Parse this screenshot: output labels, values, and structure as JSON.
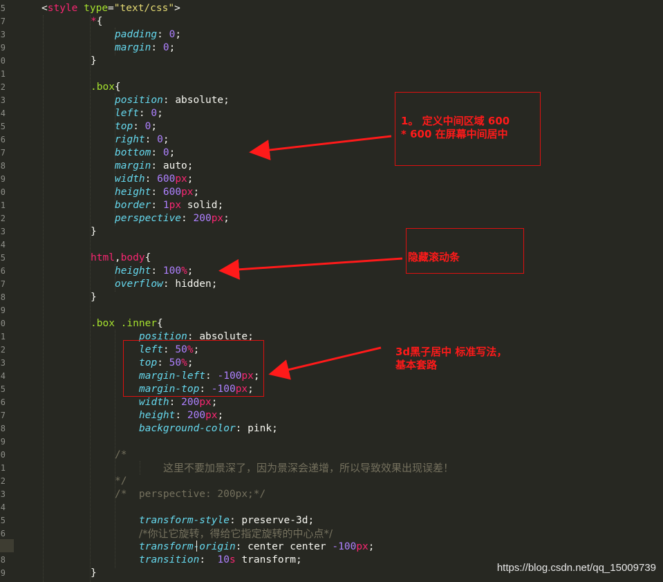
{
  "line_numbers": [
    "5",
    "7",
    "3",
    "9",
    "0",
    "1",
    "2",
    "3",
    "4",
    "5",
    "6",
    "7",
    "8",
    "9",
    "0",
    "1",
    "2",
    "3",
    "4",
    "5",
    "6",
    "7",
    "8",
    "9",
    "0",
    "1",
    "2",
    "3",
    "4",
    "5",
    "6",
    "7",
    "8",
    "9",
    "0",
    "1",
    "2",
    "3",
    "4",
    "5",
    "6",
    "7",
    "8",
    "9"
  ],
  "code": {
    "style_open": {
      "open": "<",
      "tag": "style",
      "attr": "type",
      "eq": "=",
      "value": "\"text/css\"",
      "close": ">"
    },
    "star_selector": "*",
    "brace_open": "{",
    "brace_close": "}",
    "zero": "0",
    "px": "px",
    "colon": ":",
    "semi": ";",
    "comma": ",",
    "star_rule": {
      "padding": "padding",
      "margin": "margin"
    },
    "box_rule": {
      "selector": ".box",
      "position": "position",
      "position_val": "absolute",
      "left": "left",
      "top": "top",
      "right": "right",
      "bottom": "bottom",
      "margin": "margin",
      "margin_val": "auto",
      "width": "width",
      "width_num": "600",
      "height": "height",
      "height_num": "600",
      "border": "border",
      "border_num": "1",
      "border_val": "solid",
      "perspective": "perspective",
      "perspective_num": "200"
    },
    "html_body_rule": {
      "sel1": "html",
      "sel2": "body",
      "height": "height",
      "height_num": "100",
      "height_unit": "%",
      "overflow": "overflow",
      "overflow_val": "hidden"
    },
    "inner_rule": {
      "selector": ".box .inner",
      "position": "position",
      "position_val": "absolute",
      "left": "left",
      "left_num": "50",
      "pct": "%",
      "top": "top",
      "top_num": "50",
      "margin_left": "margin-left",
      "margin_left_num": "-100",
      "margin_top": "margin-top",
      "margin_top_num": "-100",
      "width": "width",
      "width_num": "200",
      "height": "height",
      "height_num": "200",
      "bg": "background-color",
      "bg_val": "pink"
    },
    "comment_open": "/*",
    "comment_cn": "这里不要加景深了，因为景深会递增，所以导致效果出现误差！",
    "comment_close": "*/",
    "comment_perspective": "/*  perspective: 200px;*/",
    "transform_style": "transform-style",
    "transform_style_val": "preserve-3d",
    "comment_rotate": "/*你让它旋转，得给它指定旋转的中心点*/",
    "transform_origin_a": "transform",
    "transform_origin_b": "-origin",
    "transform_origin_val": "center center",
    "transform_origin_num": "-100",
    "transition": "transition",
    "transition_num": "10",
    "transition_unit": "s",
    "transition_val": "transform"
  },
  "annotations": {
    "a1": "1。 定义中间区域 600 * 600 在屏幕中间居中",
    "a2": "隐藏滚动条",
    "a3": "3d黑子居中 标准写法，基本套路"
  },
  "watermark": "https://blog.csdn.net/qq_15009739",
  "colors": {
    "background": "#272822",
    "annotation_red": "#ff1a1a",
    "keyword_pink": "#f92672",
    "property_blue": "#66d9ef",
    "number_purple": "#ae81ff",
    "selector_green": "#a6e22e",
    "string_yellow": "#e6db74",
    "comment_gray": "#75715e"
  }
}
